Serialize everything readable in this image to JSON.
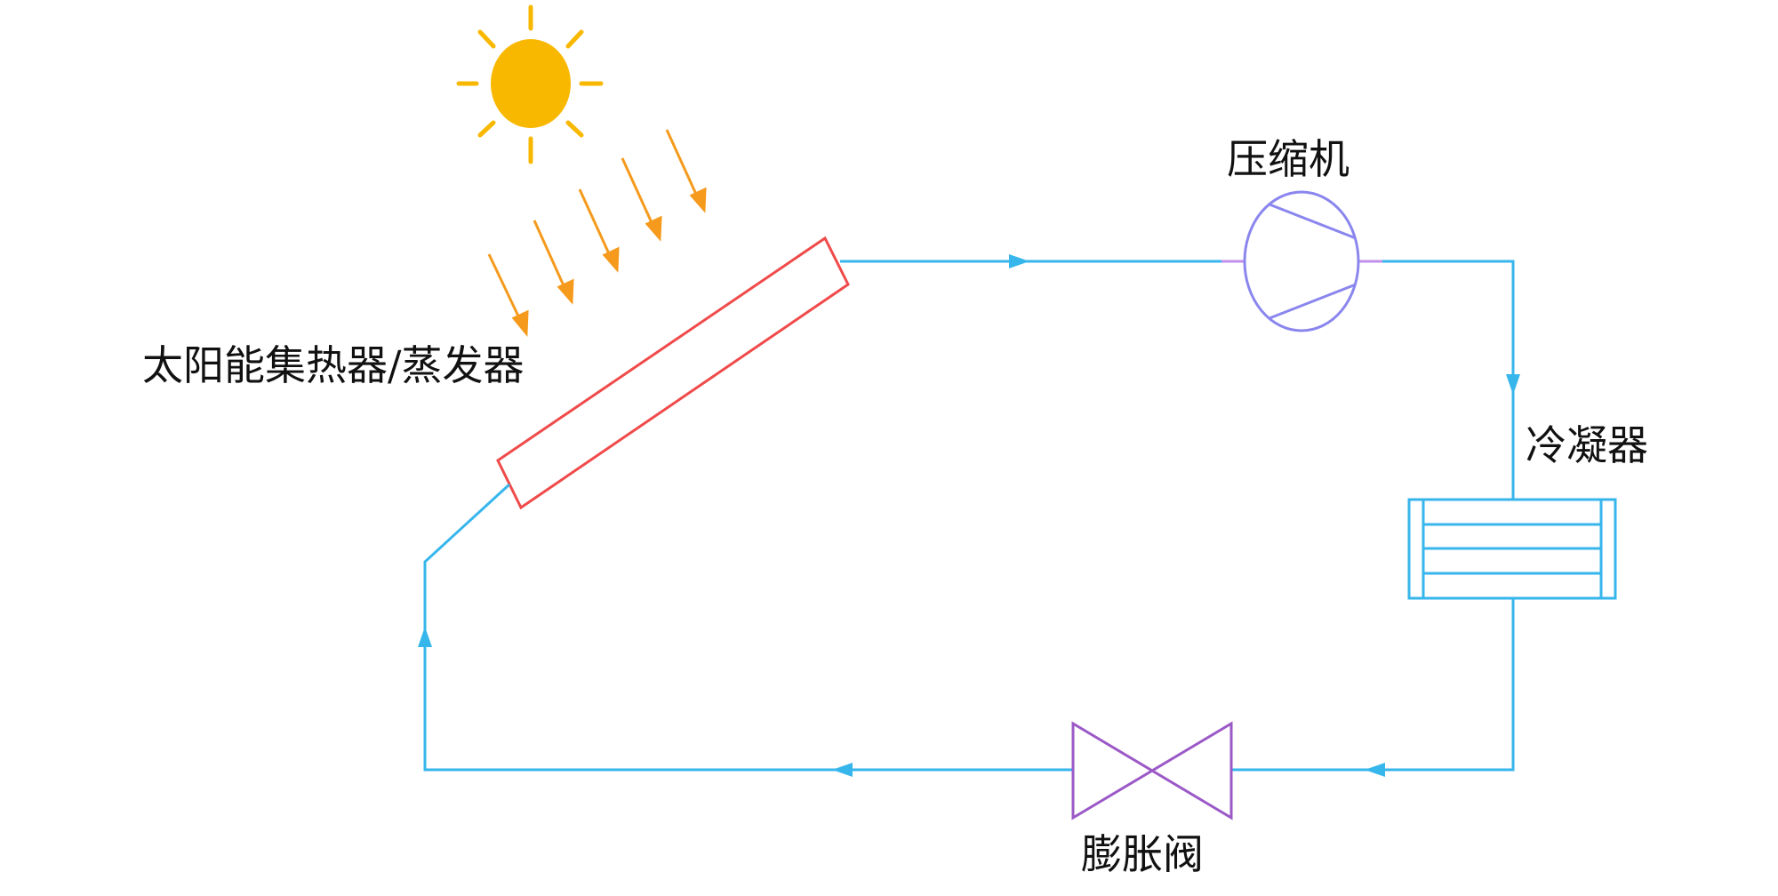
{
  "labels": {
    "collector": "太阳能集热器/蒸发器",
    "compressor": "压缩机",
    "condenser": "冷凝器",
    "expansion_valve": "膨胀阀"
  },
  "colors": {
    "pipe": "#37b6ec",
    "collector": "#f04a4a",
    "compressor": "#8a86ee",
    "valve": "#9b59c7",
    "condenser": "#37b6ec",
    "sun": "#f9b800",
    "sun_rays": "#f9b800",
    "light_arrows": "#f59a1c"
  },
  "icons": {
    "sun": "sun-icon",
    "light": "sunlight-arrows",
    "compressor": "compressor-symbol",
    "condenser": "condenser-symbol",
    "valve": "expansion-valve-symbol",
    "collector": "solar-collector-panel"
  }
}
